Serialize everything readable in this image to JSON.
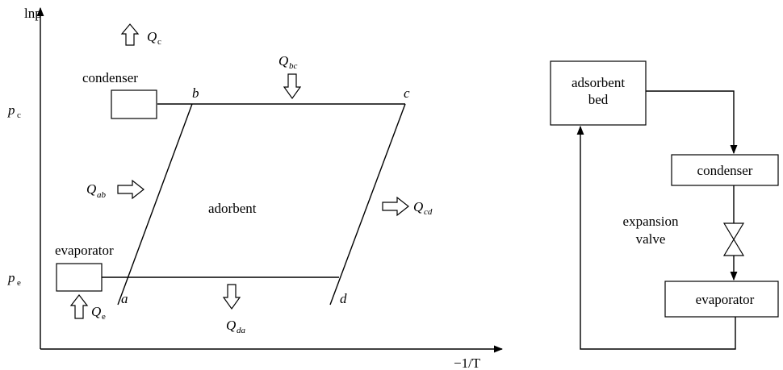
{
  "cycle_diagram": {
    "y_axis_label": "lnp",
    "x_axis_label": "−1/T",
    "pressure_high": "p",
    "pressure_high_sub": "c",
    "pressure_low": "p",
    "pressure_low_sub": "e",
    "points": {
      "a": "a",
      "b": "b",
      "c": "c",
      "d": "d"
    },
    "region_label": "adorbent",
    "condenser_label": "condenser",
    "evaporator_label": "evaporator",
    "heat_flows": {
      "q_c": {
        "symbol": "Q",
        "sub": "c"
      },
      "q_e": {
        "symbol": "Q",
        "sub": "e"
      },
      "q_ab": {
        "symbol": "Q",
        "sub": "ab"
      },
      "q_bc": {
        "symbol": "Q",
        "sub": "bc"
      },
      "q_cd": {
        "symbol": "Q",
        "sub": "cd"
      },
      "q_da": {
        "symbol": "Q",
        "sub": "da"
      }
    }
  },
  "flow_schematic": {
    "adsorbent_bed_line1": "adsorbent",
    "adsorbent_bed_line2": "bed",
    "condenser_label": "condenser",
    "valve_line1": "expansion",
    "valve_line2": "valve",
    "evaporator_label": "evaporator"
  }
}
